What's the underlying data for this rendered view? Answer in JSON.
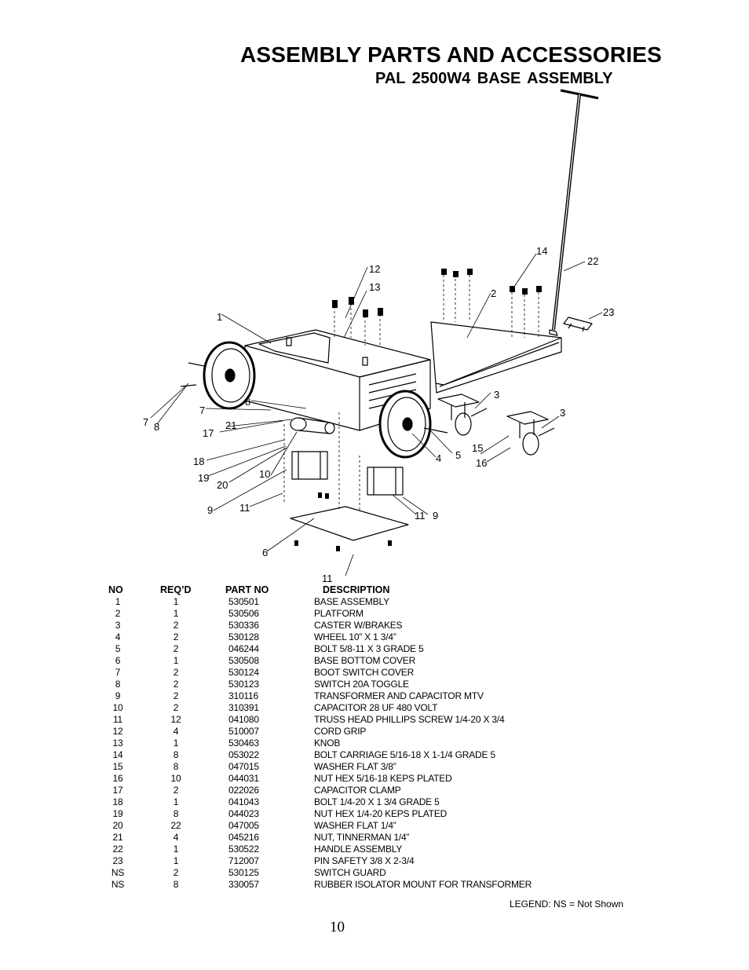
{
  "header": {
    "title": "ASSEMBLY PARTS AND ACCESSORIES",
    "subtitle": "PAL 2500W4 BASE ASSEMBLY"
  },
  "diagram": {
    "callouts": [
      "1",
      "2",
      "3",
      "3",
      "4",
      "5",
      "6",
      "7",
      "7",
      "8",
      "8",
      "9",
      "9",
      "10",
      "11",
      "11",
      "11",
      "12",
      "13",
      "14",
      "15",
      "16",
      "17",
      "18",
      "19",
      "20",
      "21",
      "22",
      "23"
    ]
  },
  "table": {
    "headers": {
      "no": "NO",
      "reqd": "REQ’D",
      "part_no": "PART NO",
      "description": "DESCRIPTION"
    },
    "rows": [
      {
        "no": "1",
        "reqd": "1",
        "part_no": "530501",
        "description": "BASE ASSEMBLY"
      },
      {
        "no": "2",
        "reqd": "1",
        "part_no": "530506",
        "description": "PLATFORM"
      },
      {
        "no": "3",
        "reqd": "2",
        "part_no": "530336",
        "description": "CASTER W/BRAKES"
      },
      {
        "no": "4",
        "reqd": "2",
        "part_no": "530128",
        "description": "WHEEL 10” X 1  3/4”"
      },
      {
        "no": "5",
        "reqd": "2",
        "part_no": "046244",
        "description": "BOLT 5/8-11 X 3 GRADE 5"
      },
      {
        "no": "6",
        "reqd": "1",
        "part_no": "530508",
        "description": "BASE BOTTOM COVER"
      },
      {
        "no": "7",
        "reqd": "2",
        "part_no": "530124",
        "description": "BOOT SWITCH COVER"
      },
      {
        "no": "8",
        "reqd": "2",
        "part_no": "530123",
        "description": "SWITCH 20A TOGGLE"
      },
      {
        "no": "9",
        "reqd": "2",
        "part_no": "310116",
        "description": "TRANSFORMER AND CAPACITOR MTV"
      },
      {
        "no": "10",
        "reqd": "2",
        "part_no": "310391",
        "description": "CAPACITOR 28 UF 480 VOLT"
      },
      {
        "no": "11",
        "reqd": "12",
        "part_no": "041080",
        "description": "TRUSS HEAD PHILLIPS SCREW 1/4-20 X 3/4"
      },
      {
        "no": "12",
        "reqd": "4",
        "part_no": "510007",
        "description": "CORD GRIP"
      },
      {
        "no": "13",
        "reqd": "1",
        "part_no": "530463",
        "description": "KNOB"
      },
      {
        "no": "14",
        "reqd": "8",
        "part_no": "053022",
        "description": "BOLT CARRIAGE 5/16-18 X 1-1/4 GRADE 5"
      },
      {
        "no": "15",
        "reqd": "8",
        "part_no": "047015",
        "description": "WASHER FLAT 3/8”"
      },
      {
        "no": "16",
        "reqd": "10",
        "part_no": "044031",
        "description": "NUT HEX 5/16-18 KEPS PLATED"
      },
      {
        "no": "17",
        "reqd": "2",
        "part_no": "022026",
        "description": "CAPACITOR CLAMP"
      },
      {
        "no": "18",
        "reqd": "1",
        "part_no": "041043",
        "description": "BOLT 1/4-20 X 1 3/4 GRADE 5"
      },
      {
        "no": "19",
        "reqd": "8",
        "part_no": "044023",
        "description": "NUT HEX 1/4-20 KEPS PLATED"
      },
      {
        "no": "20",
        "reqd": "22",
        "part_no": "047005",
        "description": "WASHER FLAT 1/4”"
      },
      {
        "no": "21",
        "reqd": "4",
        "part_no": "045216",
        "description": "NUT, TINNERMAN 1/4”"
      },
      {
        "no": "22",
        "reqd": "1",
        "part_no": "530522",
        "description": "HANDLE ASSEMBLY"
      },
      {
        "no": "23",
        "reqd": "1",
        "part_no": "712007",
        "description": "PIN SAFETY 3/8 X 2-3/4"
      },
      {
        "no": "NS",
        "reqd": "2",
        "part_no": "530125",
        "description": "SWITCH GUARD"
      },
      {
        "no": "NS",
        "reqd": "8",
        "part_no": "330057",
        "description": "RUBBER ISOLATOR MOUNT FOR TRANSFORMER"
      }
    ]
  },
  "legend": "LEGEND: NS = Not Shown",
  "page_number": "10"
}
